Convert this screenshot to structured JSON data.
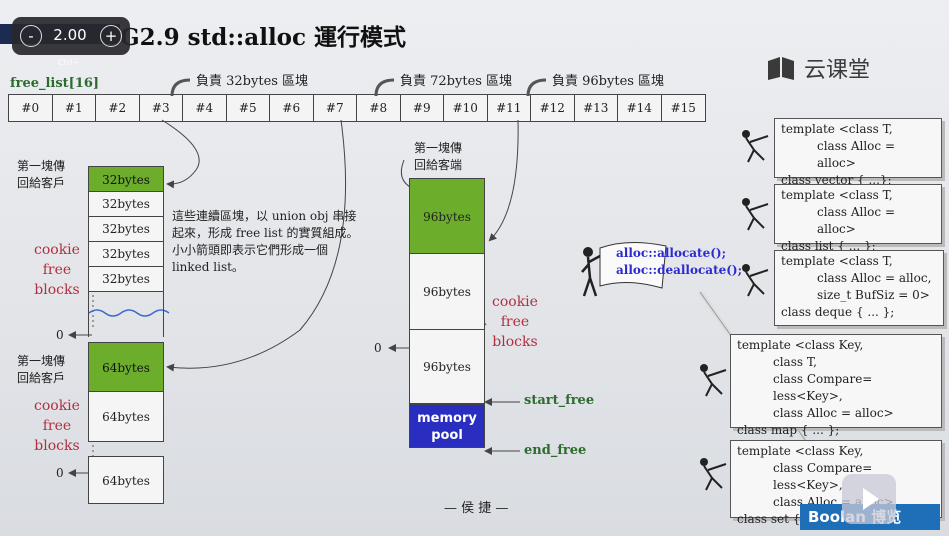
{
  "player": {
    "speed_minus": "-",
    "speed_value": "2.00",
    "speed_plus": "+",
    "hover_label": "Ctrl+"
  },
  "slide": {
    "title": "G2.9 std::alloc 運行模式",
    "watermark": "云课堂",
    "free_list_label": "free_list[16]",
    "free_list_cells": [
      "#0",
      "#1",
      "#2",
      "#3",
      "#4",
      "#5",
      "#6",
      "#7",
      "#8",
      "#9",
      "#10",
      "#11",
      "#12",
      "#13",
      "#14",
      "#15"
    ],
    "responsible": [
      "負責 32bytes 區塊",
      "負責 72bytes 區塊",
      "負責 96bytes 區塊"
    ],
    "first_block_1": "第一塊傳\n回給客戶",
    "first_block_2": "第一塊傳\n回給客戶",
    "first_block_mid": "第一塊傳\n回給客端",
    "blocks_32": [
      "32bytes",
      "32bytes",
      "32bytes",
      "32bytes",
      "32bytes"
    ],
    "blocks_64": [
      "64bytes",
      "64bytes",
      "64bytes"
    ],
    "blocks_96": [
      "96bytes",
      "96bytes",
      "96bytes"
    ],
    "cookie_free_blocks": "cookie\nfree\nblocks",
    "zero": "0",
    "note_text": "這些連續區塊，以 union obj 串接起來，形成 free list 的實質組成。小小箭頭即表示它們形成一個 linked list。",
    "memory_pool": "memory\npool",
    "start_free": "start_free",
    "end_free": "end_free",
    "alloc_calls": [
      "alloc::allocate();",
      "alloc::deallocate();"
    ],
    "footer": "— 侯 捷 —",
    "code_boxes": [
      [
        "template <class T,",
        "class Alloc = alloc>",
        "class vector { ...};"
      ],
      [
        "template <class T,",
        "class Alloc = alloc>",
        "class list { ... };"
      ],
      [
        "template <class T,",
        "class Alloc = alloc,",
        "size_t BufSiz = 0>",
        "class deque { ... };"
      ],
      [
        "template <class Key,",
        "class T,",
        "class Compare= less<Key>,",
        "class Alloc = alloc>",
        "class map {  ... };"
      ],
      [
        "template <class Key,",
        "class Compare= less<Key>,",
        "class Alloc = alloc>",
        "class set {"
      ]
    ],
    "brand": "Boolan 博览"
  },
  "colors": {
    "green_block": "#6cad2c",
    "memory_pool": "#2a2ec0",
    "cookie_text": "#b03040",
    "label_green": "#2d6b2d",
    "alloc_blue": "#5a34c8"
  }
}
